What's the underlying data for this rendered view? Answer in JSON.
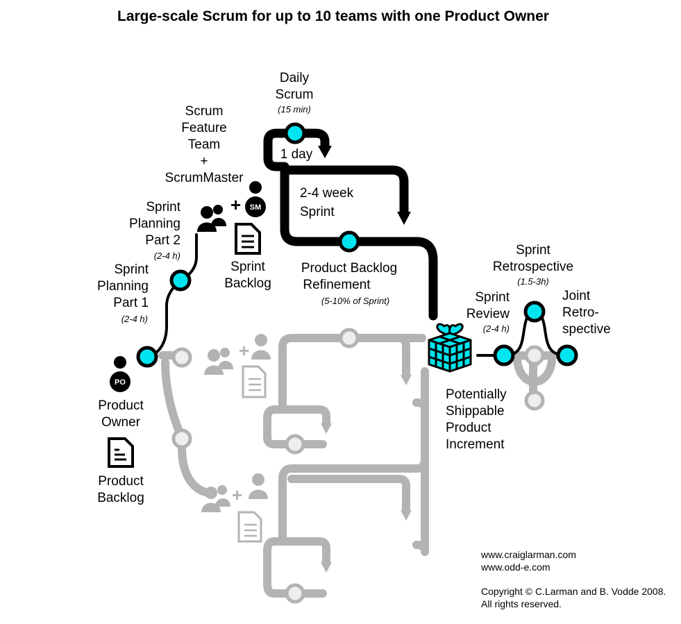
{
  "title": "Large-scale Scrum for up to 10 teams with one Product Owner",
  "nodes": {
    "daily_scrum": {
      "lines": [
        "Daily",
        "Scrum"
      ],
      "duration": "(15 min)"
    },
    "one_day": "1 day",
    "sprint_length": {
      "lines": [
        "2-4 week",
        "Sprint"
      ]
    },
    "team": {
      "lines": [
        "Scrum",
        "Feature",
        "Team",
        "+",
        "ScrumMaster"
      ],
      "sm_badge": "SM"
    },
    "sprint_planning_2": {
      "lines": [
        "Sprint",
        "Planning",
        "Part 2"
      ],
      "duration": "(2-4 h)"
    },
    "sprint_backlog": {
      "lines": [
        "Sprint",
        "Backlog"
      ]
    },
    "sprint_planning_1": {
      "lines": [
        "Sprint",
        "Planning",
        "Part 1"
      ],
      "duration": "(2-4 h)"
    },
    "backlog_refinement": {
      "lines": [
        "Product Backlog",
        "Refinement"
      ],
      "duration": "(5-10% of Sprint)"
    },
    "product_owner": {
      "lines": [
        "Product",
        "Owner"
      ],
      "po_badge": "PO"
    },
    "product_backlog": {
      "lines": [
        "Product",
        "Backlog"
      ]
    },
    "sprint_retrospective": {
      "lines": [
        "Sprint",
        "Retrospective"
      ],
      "duration": "(1.5-3h)"
    },
    "sprint_review": {
      "lines": [
        "Sprint",
        "Review"
      ],
      "duration": "(2-4 h)"
    },
    "joint_retrospective": {
      "lines": [
        "Joint",
        "Retro-",
        "spective"
      ]
    },
    "increment": {
      "lines": [
        "Potentially",
        "Shippable",
        "Product",
        "Increment"
      ]
    }
  },
  "footer": {
    "links": [
      "www.craiglarman.com",
      "www.odd-e.com"
    ],
    "copyright": [
      "Copyright © C.Larman and B. Vodde 2008.",
      "All rights reserved."
    ]
  },
  "colors": {
    "accent": "#00e5ef",
    "active": "#000000",
    "inactive": "#b3b3b3",
    "inactive_fill": "#eeeeee"
  }
}
